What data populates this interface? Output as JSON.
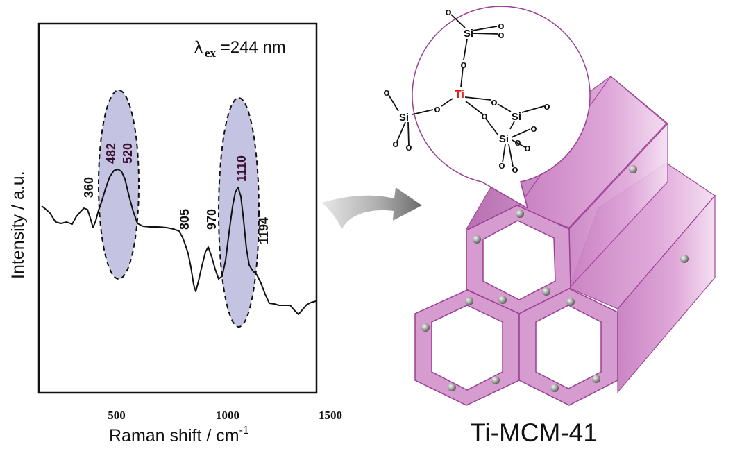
{
  "spectrum": {
    "excitation_label": "λ",
    "excitation_sub": "ex",
    "excitation_value": " =244 nm",
    "xlabel": "Raman shift / cm",
    "xlabel_sup": "-1",
    "ylabel": "Intensity / a.u.",
    "xticks": [
      "500",
      "1000",
      "1500"
    ],
    "peaks_outside": [
      "360",
      "805",
      "970",
      "1194"
    ],
    "peaks_highlighted": [
      "482",
      "520",
      "1110"
    ]
  },
  "molecule": {
    "center": "Ti",
    "silicon": "Si",
    "oxygen": "o"
  },
  "structure": {
    "title": "Ti-MCM-41"
  },
  "colors": {
    "highlight": "#c4c4e2",
    "tube": "#d69cd0",
    "tube_dark": "#b86cb0",
    "outline": "#9a3f93",
    "titanium": "#e0201c"
  }
}
